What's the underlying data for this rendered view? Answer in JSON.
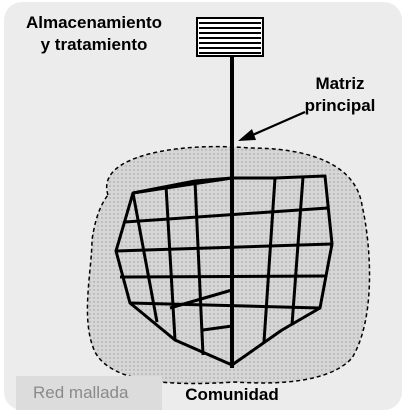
{
  "labels": {
    "storage_line1": "Almacenamiento",
    "storage_line2": "y tratamiento",
    "main_line1": "Matriz",
    "main_line2": "principal",
    "community": "Comunidad"
  },
  "caption": "Red mallada",
  "colors": {
    "panel": "#ececec",
    "community_area": "#d6d6d6",
    "lines": "#000000",
    "caption_box": "#dcdcdc",
    "caption_text": "#8a8a8a"
  }
}
